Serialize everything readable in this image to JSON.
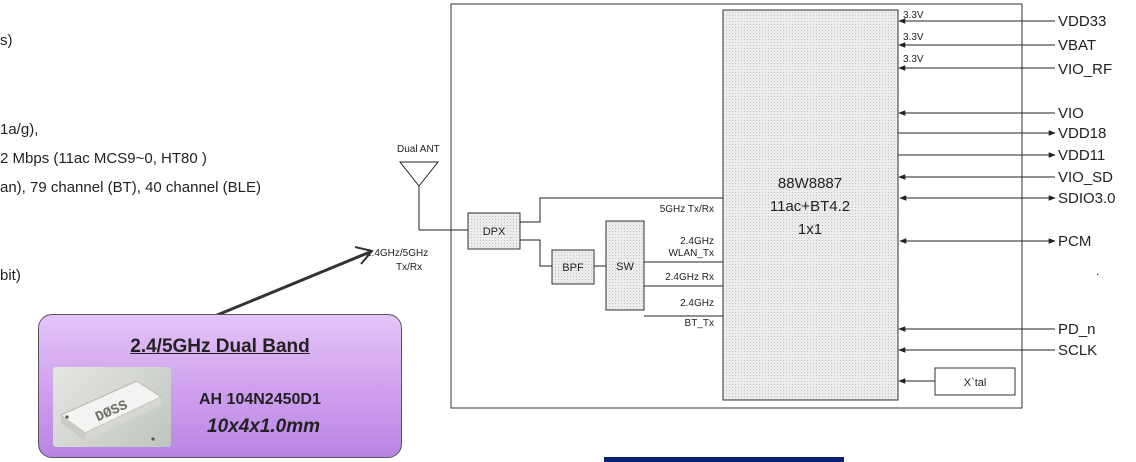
{
  "left_text": {
    "line1": "s)",
    "line2": "1a/g),",
    "line3": "2 Mbps (11ac MCS9~0, HT80 )",
    "line4": "an), 79 channel (BT), 40 channel (BLE)",
    "line5": "bit)"
  },
  "antenna": {
    "label": "Dual ANT",
    "signal_line1": "2.4GHz/5GHz",
    "signal_line2": "Tx/Rx"
  },
  "blocks": {
    "dpx": "DPX",
    "bpf": "BPF",
    "sw": "SW",
    "xtal": "X`tal"
  },
  "rf_ports": {
    "tx_5g": "5GHz Tx/Rx",
    "wlan_tx_1": "2.4GHz",
    "wlan_tx_2": "WLAN_Tx",
    "rx_24": "2.4GHz Rx",
    "bt_tx_1": "2.4GHz",
    "bt_tx_2": "BT_Tx"
  },
  "chip": {
    "line1": "88W8887",
    "line2": "11ac+BT4.2",
    "line3": "1x1"
  },
  "voltages": {
    "v1": "3.3V",
    "v2": "3.3V",
    "v3": "3.3V"
  },
  "signals": {
    "vdd33": "VDD33",
    "vbat": "VBAT",
    "vio_rf": "VIO_RF",
    "vio": "VIO",
    "vdd18": "VDD18",
    "vdd11": "VDD11",
    "vio_sd": "VIO_SD",
    "sdio": "SDIO3.0",
    "pcm": "PCM",
    "dot": ".",
    "pd_n": "PD_n",
    "sclk": "SCLK"
  },
  "callout": {
    "title": "2.4/5GHz Dual Band",
    "chip_marking": "DØSS",
    "part_number": "AH 104N2450D1",
    "size": "10x4x1.0mm"
  },
  "colors": {
    "callout_fill": "#cf9fee",
    "chip_fill": "#e6e6e6",
    "bar": "#0b1f75",
    "line": "#222222"
  }
}
